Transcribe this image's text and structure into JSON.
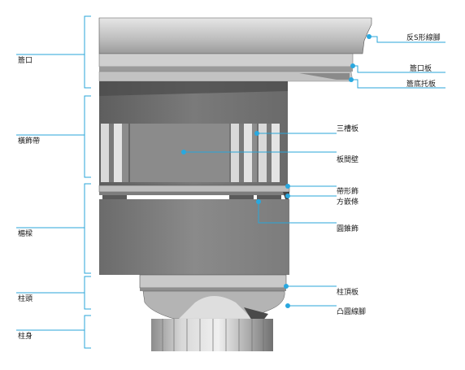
{
  "diagram": {
    "left_labels": [
      "簷口",
      "橫飾帶",
      "楣樑",
      "柱頭",
      "柱身"
    ],
    "right_labels": [
      "反S形線腳",
      "簷口板",
      "簷底托板",
      "三槽板",
      "板間壁",
      "帶形飾",
      "方嵌條",
      "圓錐飾",
      "柱頂板",
      "凸圓線腳"
    ],
    "colors": {
      "leader_line": "#2aa6d8",
      "dot": "#29a8df"
    }
  }
}
